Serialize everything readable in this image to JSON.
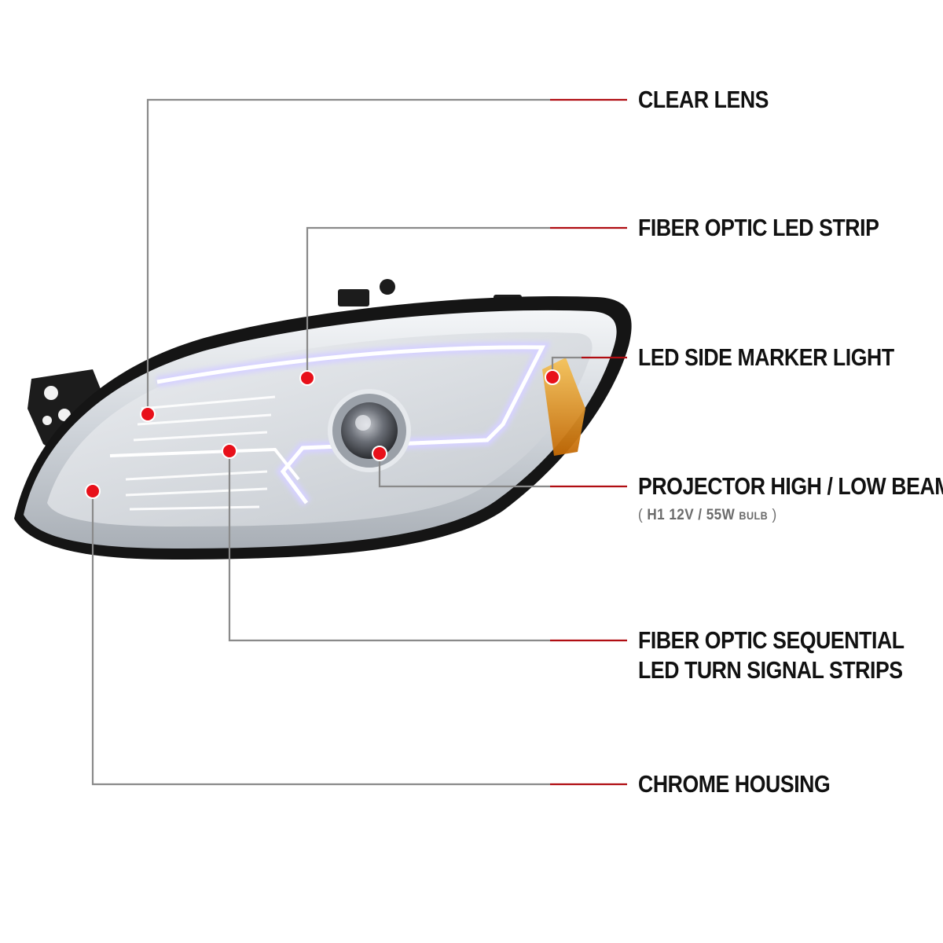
{
  "product_image": {
    "subject": "chrome-housing-projector-headlight",
    "colors": {
      "line_gray": "#8a8a8a",
      "line_red": "#b00d12",
      "dot_red": "#e8101a",
      "housing_black": "#1a1a1a",
      "chrome": "#d9dde2",
      "amber": "#e08a10",
      "led_glow": "#dcd8ff"
    }
  },
  "callouts": [
    {
      "label": "CLEAR LENS"
    },
    {
      "label": "FIBER OPTIC LED STRIP"
    },
    {
      "label": "LED SIDE MARKER LIGHT"
    },
    {
      "label": "PROJECTOR HIGH / LOW BEAM"
    },
    {
      "label_line1": "FIBER OPTIC SEQUENTIAL",
      "label_line2": "LED TURN SIGNAL STRIPS"
    },
    {
      "label": "CHROME HOUSING"
    }
  ],
  "projector_spec": {
    "open": "(",
    "bulb": "H1",
    "voltage": "12V",
    "sep": "/",
    "wattage": "55W",
    "unit": "BULB",
    "close": ")"
  }
}
